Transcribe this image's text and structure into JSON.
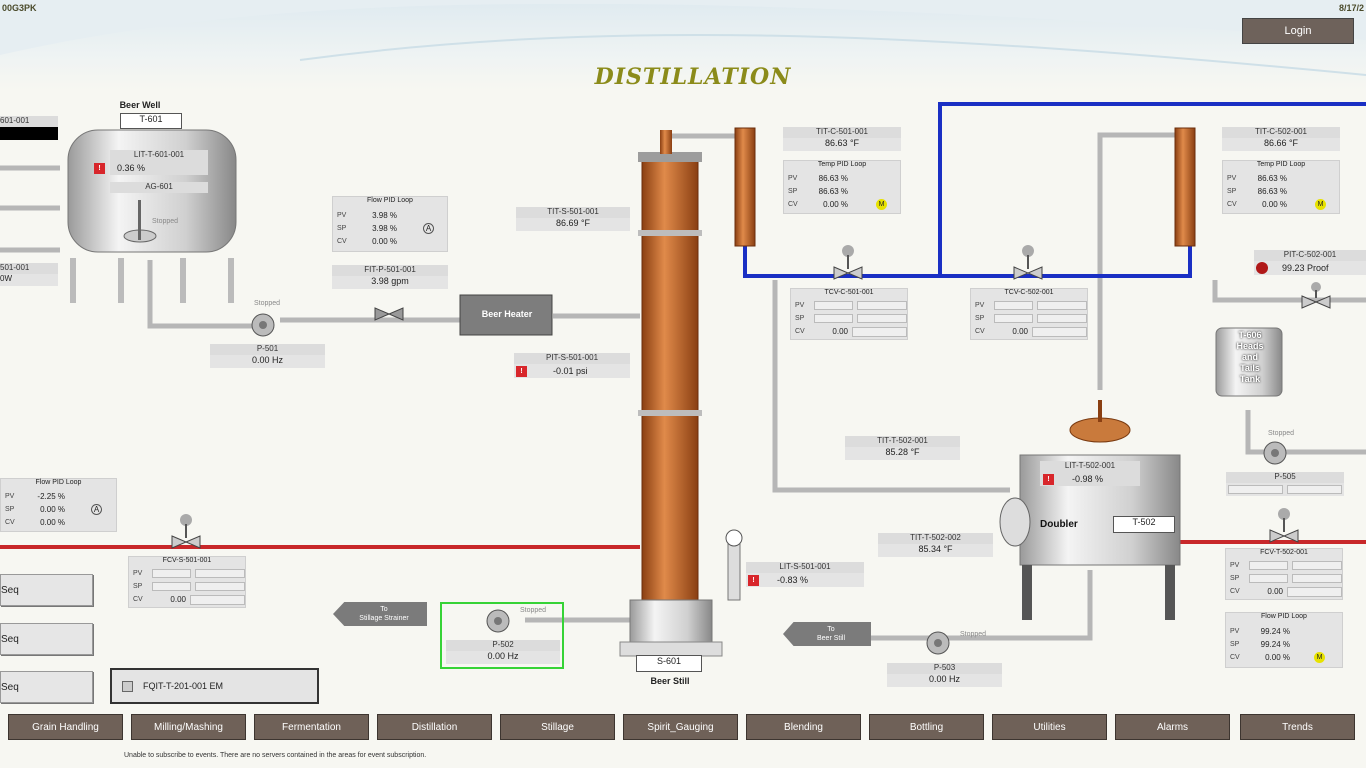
{
  "header": {
    "node_id": "00G3PK",
    "date": "8/17/2",
    "login_label": "Login",
    "title": "DISTILLATION"
  },
  "beer_well": {
    "title": "Beer Well",
    "tank_id": "T-601",
    "lt_tag": "LIT-T-601-001",
    "lt_value": "0.36 %",
    "agitator_tag": "AG-601",
    "agitator_status": "Stopped",
    "left_tag_top": "601-001",
    "left_tag_bottom": "501-001",
    "left_value_bottom": "0W"
  },
  "flow_pid_1": {
    "title": "Flow PID Loop",
    "pv_label": "PV",
    "pv": "3.98 %",
    "sp_label": "SP",
    "sp": "3.98 %",
    "cv_label": "CV",
    "cv": "0.00 %",
    "mode": "A"
  },
  "fit_p501": {
    "tag": "FIT-P-501-001",
    "value": "3.98 gpm"
  },
  "pump_p501": {
    "tag": "P-501",
    "value": "0.00 Hz",
    "status": "Stopped"
  },
  "beer_heater": {
    "label": "Beer Heater"
  },
  "tit_s501": {
    "tag": "TIT-S-501-001",
    "value": "86.69 °F"
  },
  "pit_s501": {
    "tag": "PIT-S-501-001",
    "value": "-0.01 psi"
  },
  "tit_c501": {
    "tag": "TIT-C-501-001",
    "value": "86.63 °F"
  },
  "temp_pid_1": {
    "title": "Temp PID Loop",
    "pv_label": "PV",
    "pv": "86.63 %",
    "sp_label": "SP",
    "sp": "86.63 %",
    "cv_label": "CV",
    "cv": "0.00 %",
    "mode": "M"
  },
  "tcv_c501": {
    "tag": "TCV-C-501-001",
    "pv_label": "PV",
    "sp_label": "SP",
    "cv_label": "CV",
    "cv": "0.00"
  },
  "tcv_c502": {
    "tag": "TCV-C-502-001",
    "pv_label": "PV",
    "sp_label": "SP",
    "cv_label": "CV",
    "cv": "0.00"
  },
  "tit_c502": {
    "tag": "TIT-C-502-001",
    "value": "86.66 °F"
  },
  "temp_pid_2": {
    "title": "Temp PID Loop",
    "pv_label": "PV",
    "pv": "86.63 %",
    "sp_label": "SP",
    "sp": "86.63 %",
    "cv_label": "CV",
    "cv": "0.00 %",
    "mode": "M"
  },
  "pit_c502": {
    "tag": "PIT-C-502-001",
    "value": "99.23 Proof"
  },
  "heads_tank": {
    "id": "T-606",
    "label_1": "Heads",
    "label_2": "and",
    "label_3": "Tails",
    "label_4": "Tank"
  },
  "pump_p505": {
    "tag": "P-505",
    "status": "Stopped"
  },
  "tit_t502_1": {
    "tag": "TIT-T-502-001",
    "value": "85.28 °F"
  },
  "doubler": {
    "label": "Doubler",
    "tank_id": "T-502",
    "lt_tag": "LIT-T-502-001",
    "lt_value": "-0.98 %"
  },
  "tit_t502_2": {
    "tag": "TIT-T-502-002",
    "value": "85.34 °F"
  },
  "fcv_t502": {
    "tag": "FCV-T-502-001",
    "pv_label": "PV",
    "sp_label": "SP",
    "cv_label": "CV",
    "cv": "0.00"
  },
  "flow_pid_3": {
    "title": "Flow PID Loop",
    "pv_label": "PV",
    "pv": "99.24 %",
    "sp_label": "SP",
    "sp": "99.24 %",
    "cv_label": "CV",
    "cv": "0.00 %",
    "mode": "M"
  },
  "flow_pid_2": {
    "title": "Flow PID Loop",
    "pv_label": "PV",
    "pv": "-2.25 %",
    "sp_label": "SP",
    "sp": "0.00 %",
    "cv_label": "CV",
    "cv": "0.00 %",
    "mode": "A"
  },
  "fcv_s501": {
    "tag": "FCV-S-501-001",
    "pv_label": "PV",
    "sp_label": "SP",
    "cv_label": "CV",
    "cv": "0.00"
  },
  "lit_s501": {
    "tag": "LIT-S-501-001",
    "value": "-0.83 %"
  },
  "pump_p502": {
    "tag": "P-502",
    "value": "0.00 Hz",
    "status": "Stopped"
  },
  "pump_p503": {
    "tag": "P-503",
    "value": "0.00 Hz",
    "status": "Stopped"
  },
  "stillage_strainer": {
    "line1": "To",
    "line2": "Stillage Strainer"
  },
  "beer_still_dest": {
    "line1": "To",
    "line2": "Beer Still"
  },
  "beer_still": {
    "id": "S-601",
    "label": "Beer Still"
  },
  "seq_buttons": [
    "Seq",
    "Seq",
    "Seq"
  ],
  "fqit": {
    "label": "FQIT-T-201-001 EM"
  },
  "nav": [
    "Grain Handling",
    "Milling/Mashing",
    "Fermentation",
    "Distillation",
    "Stillage",
    "Spirit_Gauging",
    "Blending",
    "Bottling",
    "Utilities",
    "Alarms",
    "Trends"
  ],
  "status_message": "Unable to subscribe to events.  There are no servers contained in the areas for event subscription.",
  "colors": {
    "copper": "#b8652a",
    "steam_blue": "#1a2fc4",
    "hot_red": "#c8282a",
    "nav_bg": "#6f6158",
    "title": "#8b8b1a"
  },
  "icons": {
    "pump": "pump-icon",
    "valve": "valve-icon",
    "alarm": "alarm-icon",
    "hand": "hand-icon"
  }
}
